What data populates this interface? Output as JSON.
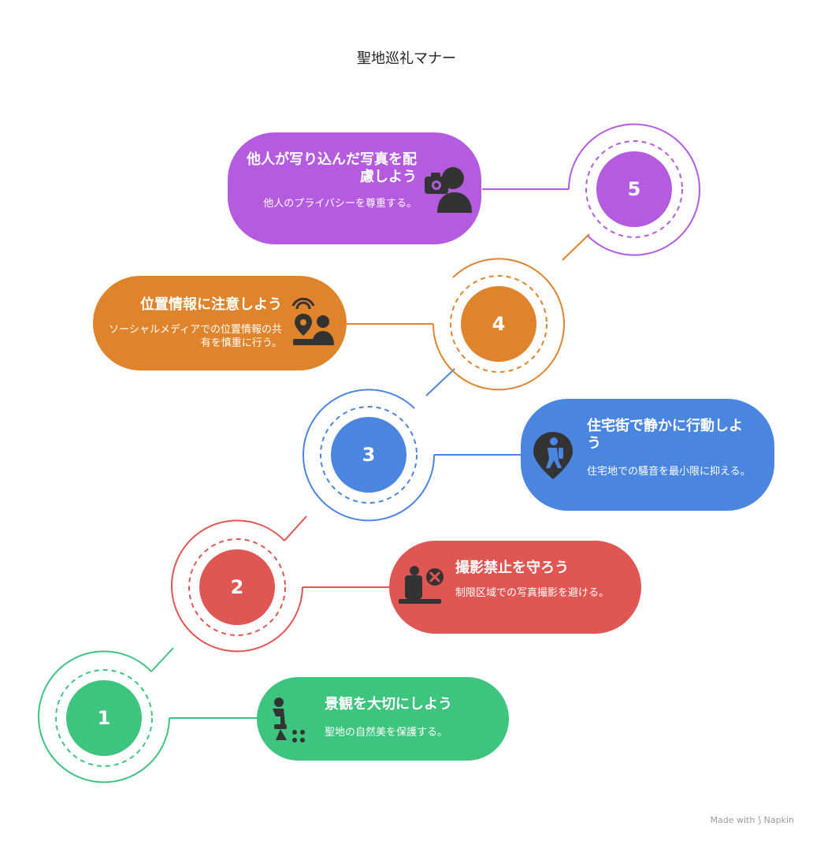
{
  "title": "聖地巡礼マナー",
  "colors": {
    "green": "#3dc47e",
    "red": "#e05652",
    "blue": "#4a86e0",
    "orange": "#e0842c",
    "purple": "#b45be0"
  },
  "steps": [
    {
      "number": "1",
      "title": "景観を大切にしよう",
      "description": "聖地の自然美を保護する。",
      "icon": "person-cleaning-icon"
    },
    {
      "number": "2",
      "title": "撮影禁止を守ろう",
      "description": "制限区域での写真撮影を避ける。",
      "icon": "no-photo-icon"
    },
    {
      "number": "3",
      "title": "住宅街で静かに行動しよう",
      "description": "住宅地での騒音を最小限に抑える。",
      "icon": "hiker-pin-icon"
    },
    {
      "number": "4",
      "title": "位置情報に注意しよう",
      "description": "ソーシャルメディアでの位置情報の共有を慎重に行う。",
      "icon": "location-share-icon"
    },
    {
      "number": "5",
      "title": "他人が写り込んだ写真を配慮しよう",
      "description": "他人のプライバシーを尊重する。",
      "icon": "camera-person-icon"
    }
  ],
  "footer": {
    "made_with": "Made with",
    "brand": "Napkin"
  }
}
